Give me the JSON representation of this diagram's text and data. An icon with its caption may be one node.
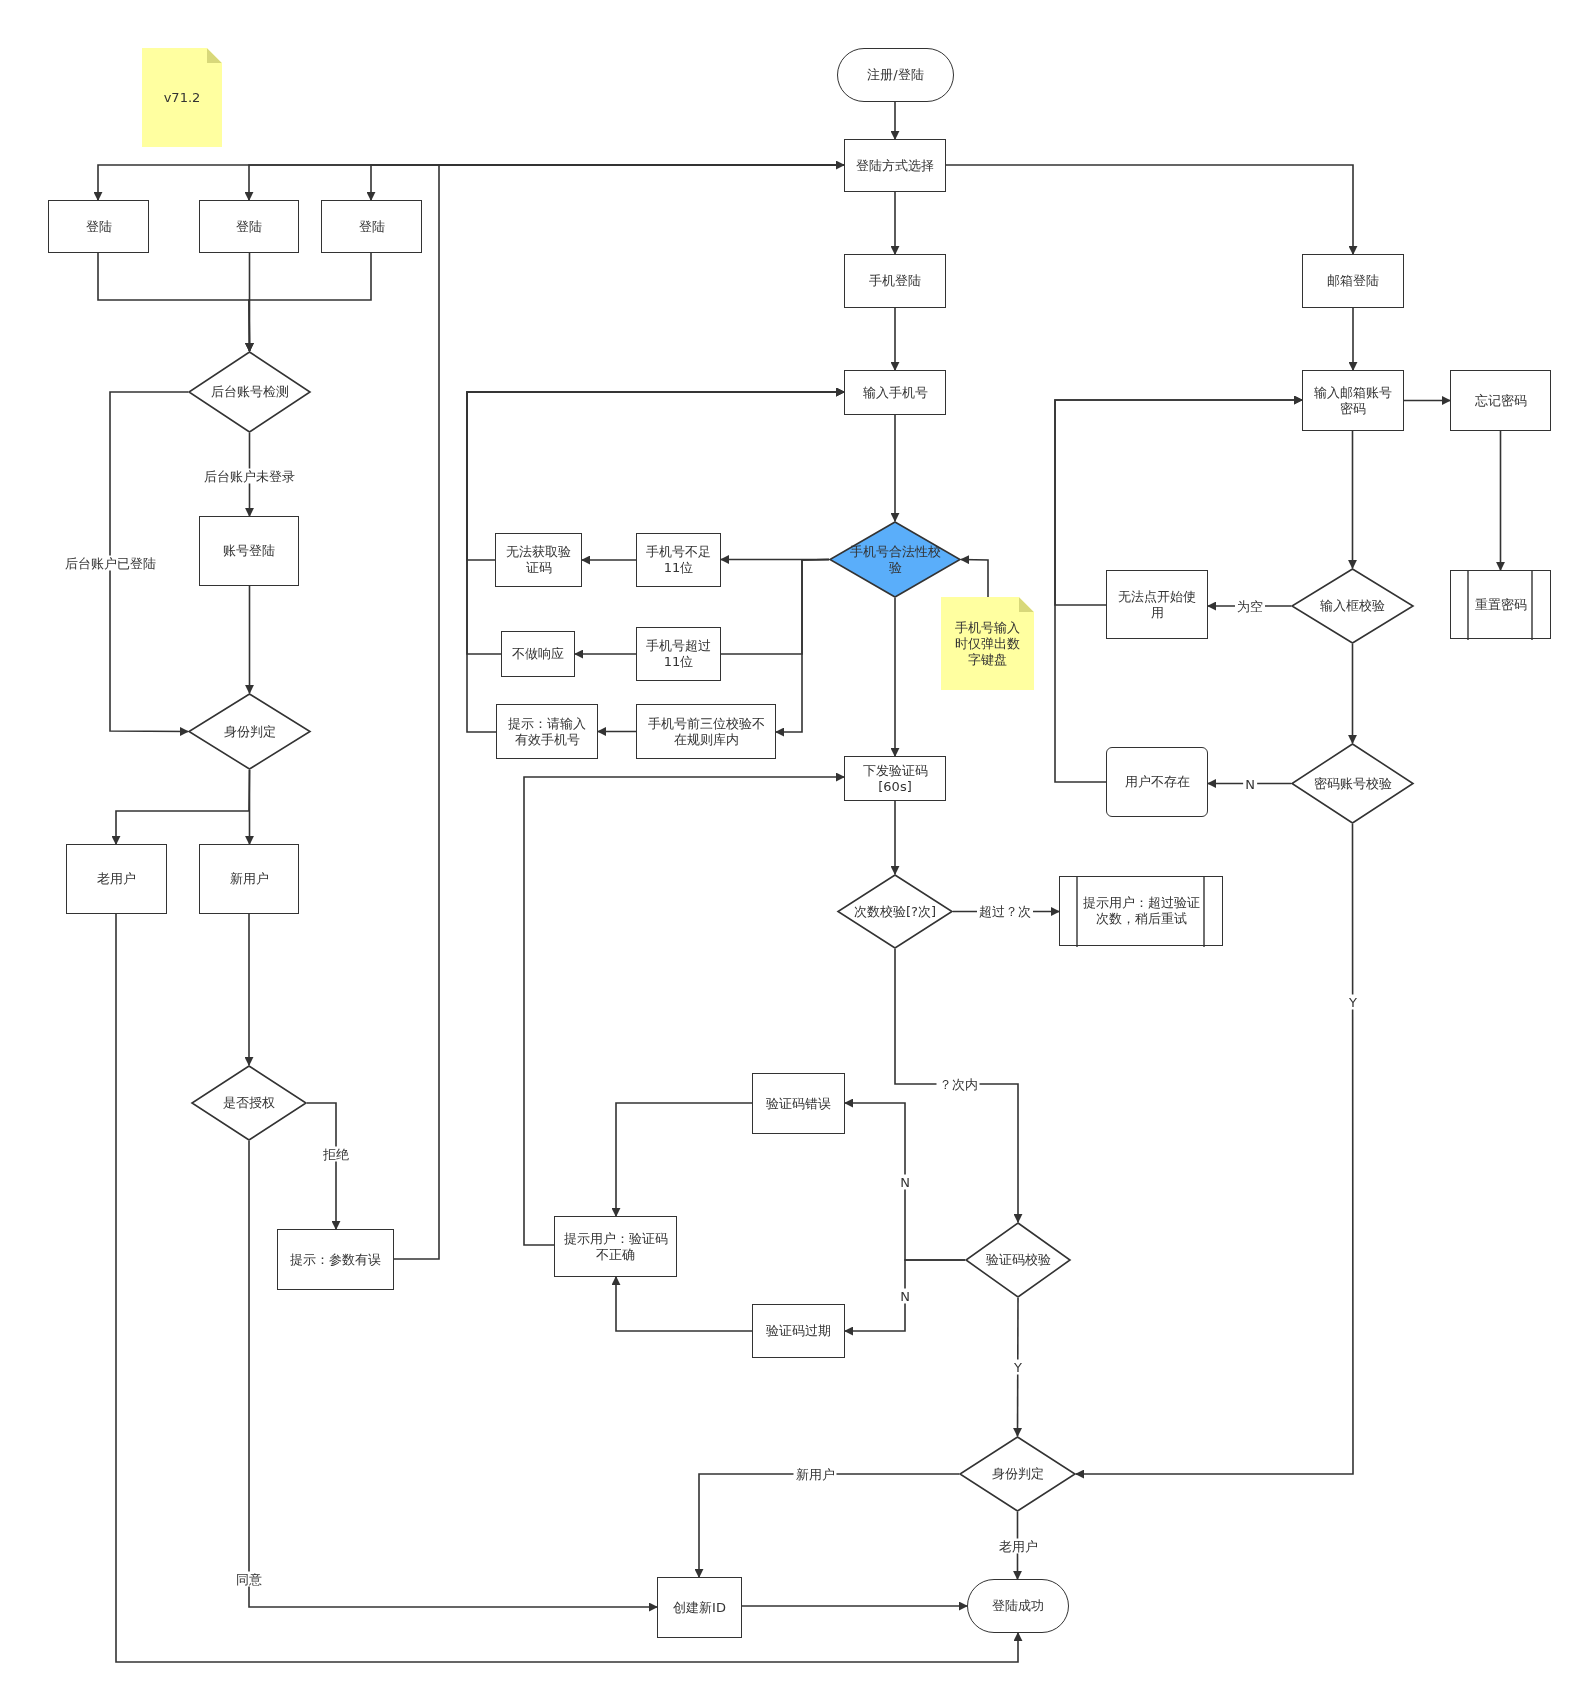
{
  "diagram": {
    "nodes": [
      {
        "text": [
          "注册/登陆"
        ]
      },
      {
        "text": [
          "v71.2"
        ]
      },
      {
        "text": [
          "登陆方式选择"
        ]
      },
      {
        "text": [
          "登陆"
        ]
      },
      {
        "text": [
          "登陆"
        ]
      },
      {
        "text": [
          "登陆"
        ]
      },
      {
        "text": [
          "手机登陆"
        ]
      },
      {
        "text": [
          "邮箱登陆"
        ]
      },
      {
        "text": [
          "后台账号检测"
        ]
      },
      {
        "text": [
          "账号登陆"
        ]
      },
      {
        "text": [
          "身份判定"
        ]
      },
      {
        "text": [
          "老用户"
        ]
      },
      {
        "text": [
          "新用户"
        ]
      },
      {
        "text": [
          "是否授权"
        ]
      },
      {
        "text": [
          "提示：参数有误"
        ]
      },
      {
        "text": [
          "输入手机号"
        ]
      },
      {
        "text": [
          "手机号合法性校验"
        ]
      },
      {
        "text": [
          "手机号不足11位"
        ]
      },
      {
        "text": [
          "无法获取验证码"
        ]
      },
      {
        "text": [
          "手机号超过11位"
        ]
      },
      {
        "text": [
          "不做响应"
        ]
      },
      {
        "text": [
          "手机号前三位校验不在规则库内"
        ]
      },
      {
        "text": [
          "提示：请输入有效手机号"
        ]
      },
      {
        "text": [
          "手机号输入时仅弹出数字键盘"
        ]
      },
      {
        "text": [
          "下发验证码[60s]"
        ]
      },
      {
        "text": [
          "次数校验[?次]"
        ]
      },
      {
        "text": [
          "提示用户：超过验证次数，稍后重试"
        ]
      },
      {
        "text": [
          "验证码错误"
        ]
      },
      {
        "text": [
          "验证码过期"
        ]
      },
      {
        "text": [
          "提示用户：验证码不正确"
        ]
      },
      {
        "text": [
          "验证码校验"
        ]
      },
      {
        "text": [
          "身份判定"
        ]
      },
      {
        "text": [
          "创建新ID"
        ]
      },
      {
        "text": [
          "登陆成功"
        ]
      },
      {
        "text": [
          "输入邮箱账号密码"
        ]
      },
      {
        "text": [
          "忘记密码"
        ]
      },
      {
        "text": [
          "重置密码"
        ]
      },
      {
        "text": [
          "输入框校验"
        ]
      },
      {
        "text": [
          "无法点开始使用"
        ]
      },
      {
        "text": [
          "密码账号校验"
        ]
      },
      {
        "text": [
          "用户不存在"
        ]
      }
    ],
    "edges": [
      {
        "from": 0,
        "to": 2,
        "arrow": "to"
      },
      {
        "from": 2,
        "to": 3,
        "arrow": "to"
      },
      {
        "from": 2,
        "to": 4,
        "arrow": "to"
      },
      {
        "from": 2,
        "to": 5,
        "arrow": "to"
      },
      {
        "from": 2,
        "to": 6,
        "arrow": "to"
      },
      {
        "from": 2,
        "to": 7,
        "arrow": "to"
      },
      {
        "from": 3,
        "to": 8,
        "arrow": "to"
      },
      {
        "from": 4,
        "to": 8,
        "arrow": "to"
      },
      {
        "from": 5,
        "to": 8,
        "arrow": "to"
      },
      {
        "from": 8,
        "to": 9,
        "arrow": "to",
        "label": "后台账户未登录"
      },
      {
        "from": 8,
        "to": 10,
        "arrow": "to",
        "label": "后台账户已登陆"
      },
      {
        "from": 9,
        "to": 10,
        "arrow": "to"
      },
      {
        "from": 10,
        "to": 11,
        "arrow": "to"
      },
      {
        "from": 10,
        "to": 12,
        "arrow": "to"
      },
      {
        "from": 12,
        "to": 13,
        "arrow": "to"
      },
      {
        "from": 13,
        "to": 14,
        "arrow": "to",
        "label": "拒绝"
      },
      {
        "from": 14,
        "to": 2,
        "arrow": "to"
      },
      {
        "from": 13,
        "to": 32,
        "arrow": "to",
        "label": "同意"
      },
      {
        "from": 11,
        "to": 33,
        "arrow": "to"
      },
      {
        "from": 6,
        "to": 15,
        "arrow": "to"
      },
      {
        "from": 15,
        "to": 16,
        "arrow": "to"
      },
      {
        "from": 16,
        "to": 17,
        "arrow": "to"
      },
      {
        "from": 16,
        "to": 19,
        "arrow": "none"
      },
      {
        "from": 16,
        "to": 21,
        "arrow": "to"
      },
      {
        "from": 17,
        "to": 18,
        "arrow": "to"
      },
      {
        "from": 19,
        "to": 20,
        "arrow": "to"
      },
      {
        "from": 21,
        "to": 22,
        "arrow": "to"
      },
      {
        "from": 18,
        "to": 15,
        "arrow": "to"
      },
      {
        "from": 20,
        "to": 15,
        "arrow": "to"
      },
      {
        "from": 22,
        "to": 15,
        "arrow": "to"
      },
      {
        "from": 23,
        "to": 16,
        "arrow": "to"
      },
      {
        "from": 16,
        "to": 24,
        "arrow": "to"
      },
      {
        "from": 24,
        "to": 25,
        "arrow": "to"
      },
      {
        "from": 25,
        "to": 26,
        "arrow": "to",
        "label": "超过？次"
      },
      {
        "from": 25,
        "to": 30,
        "arrow": "to",
        "label": "？次内"
      },
      {
        "from": 30,
        "to": 27,
        "arrow": "to",
        "label": "N"
      },
      {
        "from": 30,
        "to": 28,
        "arrow": "to",
        "label": "N"
      },
      {
        "from": 27,
        "to": 29,
        "arrow": "to"
      },
      {
        "from": 28,
        "to": 29,
        "arrow": "to"
      },
      {
        "from": 29,
        "to": 24,
        "arrow": "to"
      },
      {
        "from": 30,
        "to": 31,
        "arrow": "to",
        "label": "Y"
      },
      {
        "from": 31,
        "to": 32,
        "arrow": "to",
        "label": "新用户"
      },
      {
        "from": 31,
        "to": 33,
        "arrow": "to",
        "label": "老用户"
      },
      {
        "from": 32,
        "to": 33,
        "arrow": "to"
      },
      {
        "from": 7,
        "to": 34,
        "arrow": "to"
      },
      {
        "from": 34,
        "to": 35,
        "arrow": "to"
      },
      {
        "from": 35,
        "to": 36,
        "arrow": "to"
      },
      {
        "from": 34,
        "to": 37,
        "arrow": "to"
      },
      {
        "from": 37,
        "to": 38,
        "arrow": "to",
        "label": "为空"
      },
      {
        "from": 37,
        "to": 39,
        "arrow": "to"
      },
      {
        "from": 39,
        "to": 40,
        "arrow": "to",
        "label": "N"
      },
      {
        "from": 38,
        "to": 34,
        "arrow": "to"
      },
      {
        "from": 40,
        "to": 34,
        "arrow": "to"
      },
      {
        "from": 39,
        "to": 31,
        "arrow": "to",
        "label": "Y"
      }
    ]
  }
}
